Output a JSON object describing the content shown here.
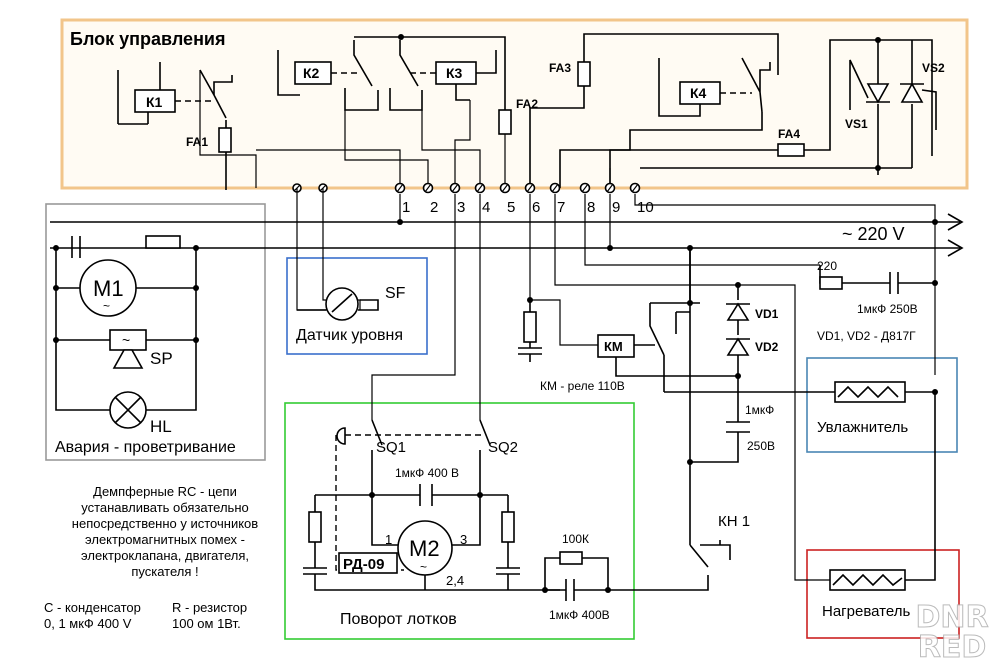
{
  "colors": {
    "control_box": "#f2c58a",
    "control_fill": "#fffbf3",
    "level_box": "#3a6fcc",
    "humidifier_box": "#4a86b4",
    "heater_box": "#cc2222",
    "turn_box": "#33cc33",
    "alarm_box": "#999999"
  },
  "control_block": {
    "title": "Блок управления",
    "relays": [
      "К1",
      "К2",
      "К3",
      "К4"
    ],
    "fuses": [
      "FA1",
      "FA2",
      "FA3",
      "FA4"
    ],
    "thyristors": [
      "VS1",
      "VS2"
    ],
    "terminals": [
      "1",
      "2",
      "3",
      "4",
      "5",
      "6",
      "7",
      "8",
      "9",
      "10"
    ]
  },
  "supply": {
    "label": "~ 220 V"
  },
  "alarm_block": {
    "motor": "M1",
    "motor_sub": "~",
    "buzzer": "SP",
    "buzzer_glyph": "~",
    "lamp": "HL",
    "caption": "Авария - проветривание"
  },
  "level_sensor": {
    "switch": "SF",
    "caption": "Датчик уровня"
  },
  "rc_branch": {
    "resistor": "220",
    "capacitor": "1мкФ 250В"
  },
  "diodes": {
    "d1": "VD1",
    "d2": "VD2",
    "note": "VD1, VD2 - Д817Г"
  },
  "relay_km": {
    "label": "КМ",
    "note": "КМ - реле 110В"
  },
  "cap_km": {
    "value": "1мкФ",
    "voltage": "250В"
  },
  "humidifier": {
    "caption": "Увлажнитель"
  },
  "heater": {
    "caption": "Нагреватель"
  },
  "button": {
    "label": "КН 1"
  },
  "turn_block": {
    "sq1": "SQ1",
    "sq2": "SQ2",
    "capacitor": "1мкФ 400 В",
    "motor": "M2",
    "motor_sub": "~",
    "pin1": "1",
    "pin3": "3",
    "pin24": "2,4",
    "model": "РД-09",
    "resistor": "100К",
    "capacitor2": "1мкФ 400В",
    "caption": "Поворот лотков"
  },
  "notes": {
    "damper_lines": [
      "Демпферные RC - цепи",
      "устанавливать обязательно",
      "непосредственно у источников",
      "электромагнитных помех  -",
      "электроклапана, двигателя,",
      "пускателя !"
    ],
    "c_line1": "С - конденсатор",
    "c_line2": "0, 1 мкФ 400 V",
    "r_line1": "R - резистор",
    "r_line2": "100 ом  1Вт."
  },
  "watermark": {
    "line1": "DNR",
    "line2": "RED"
  }
}
